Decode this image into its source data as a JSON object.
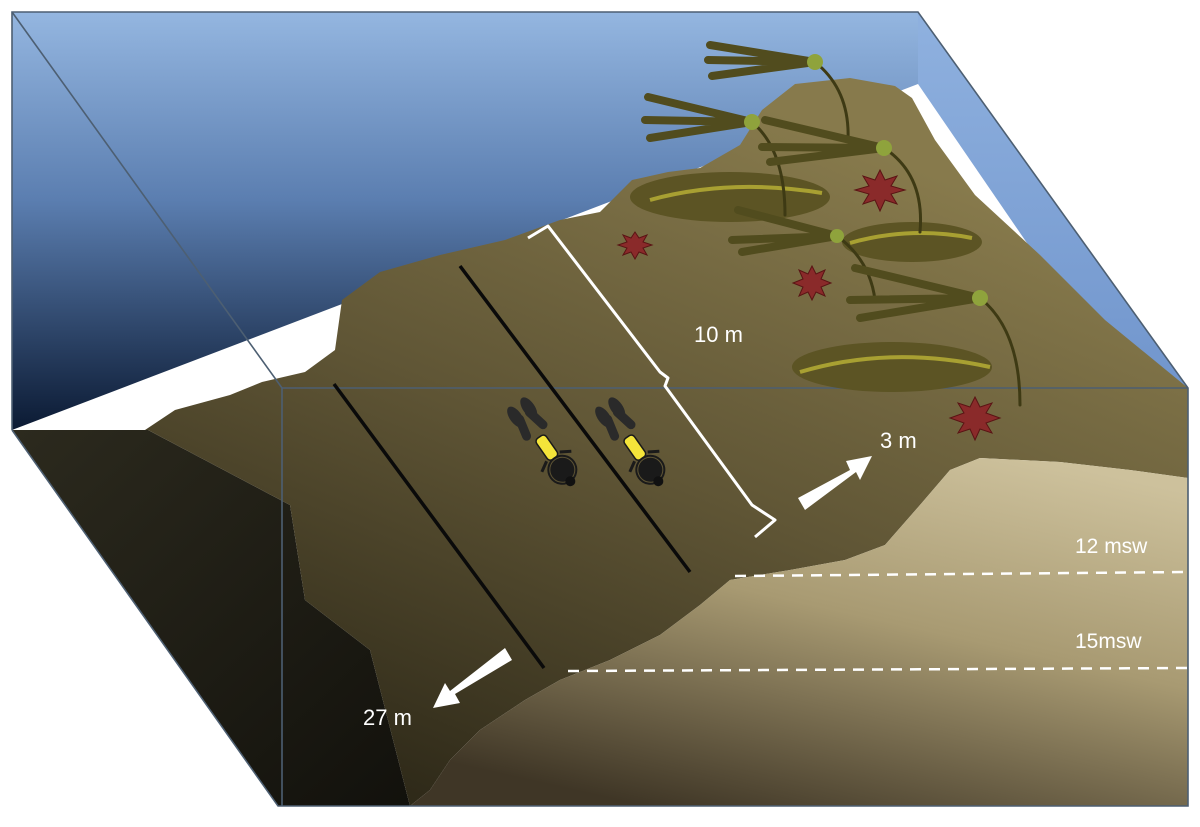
{
  "labels": {
    "transect_length": "10 m",
    "upslope_depth": "3 m",
    "downslope_depth": "27 m",
    "depth_12": "12 msw",
    "depth_15": "15msw"
  },
  "colors": {
    "water_top": "#94b6e0",
    "water_bottom": "#0b1a33",
    "slope_upper": "#807348",
    "slope_lower": "#3a331f",
    "floor_light": "#c2b58f",
    "floor_dark": "#4a4130",
    "kelp": "#4f4a1c",
    "kelp_bulb": "#8fa33c",
    "urchin": "#8a2a2a",
    "diver_tank": "#f4e43a",
    "annotation": "#ffffff"
  },
  "icons": {
    "diver": "scuba-diver-icon",
    "urchin": "sea-urchin-icon",
    "kelp": "kelp-plant-icon",
    "arrow": "arrow-icon"
  }
}
